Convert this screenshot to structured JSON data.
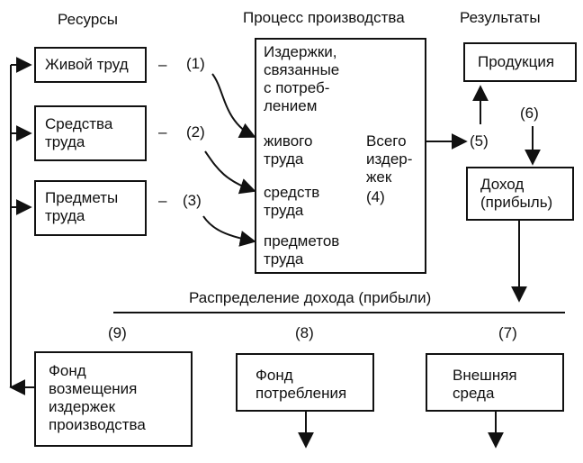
{
  "headers": {
    "resources": "Ресурсы",
    "process": "Процесс производства",
    "results": "Результаты"
  },
  "resources": {
    "labor": "Живой труд",
    "means": "Средства\nтруда",
    "objects": "Предметы\nтруда"
  },
  "dashes": [
    "–",
    "–",
    "–"
  ],
  "markers": {
    "m1": "(1)",
    "m2": "(2)",
    "m3": "(3)",
    "m4": "(4)",
    "m5": "(5)",
    "m6": "(6)",
    "m7": "(7)",
    "m8": "(8)",
    "m9": "(9)"
  },
  "process": {
    "costs": "Издержки,\nсвязанные\nс потреб-\nлением",
    "living": "живого\nтруда",
    "means": "средств\nтруда",
    "objects": "предметов\nтруда",
    "total": "Всего\nиздер-\nжек"
  },
  "results": {
    "product": "Продукция",
    "income": "Доход\n(прибыль)"
  },
  "distribution": {
    "title": "Распределение дохода (прибыли)",
    "fund_compensation": "Фонд\nвозмещения\nиздержек\nпроизводства",
    "fund_consumption": "Фонд\nпотребления",
    "environment": "Внешняя\nсреда"
  }
}
